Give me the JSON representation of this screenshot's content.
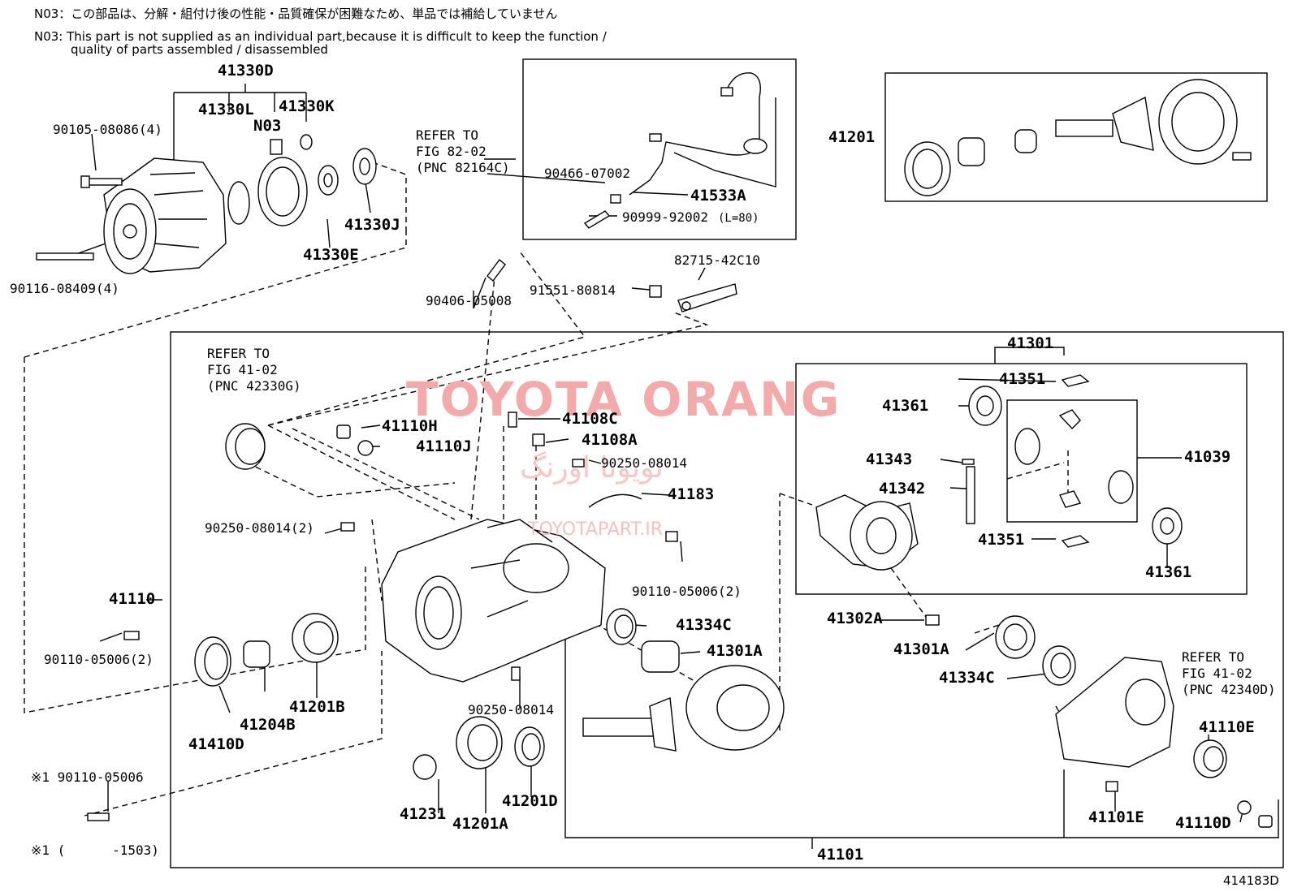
{
  "notes": {
    "jp": "N03：この部品は、分解・組付け後の性能・品質確保が困難なため、単品では補給していません",
    "en1": "N03: This part is not supplied as an individual part,because it is difficult to keep the function /",
    "en2": "quality of parts assembled / disassembled"
  },
  "watermark": {
    "main": "TOYOTA ORANG",
    "arabic": "تویوتا اورنگ",
    "site": "TOYOTAPART.IR"
  },
  "colors": {
    "watermark": "#f2aaaa",
    "lines": "#000000"
  },
  "parts": {
    "p41330D": "41330D",
    "p41330L": "41330L",
    "p41330K": "41330K",
    "pN03": "N03",
    "p90105": "90105-08086(4)",
    "p90116": "90116-08409(4)",
    "p41330E": "41330E",
    "p41330J": "41330J",
    "p90466": "90466-07002",
    "p41533A": "41533A",
    "p90999": "90999-92002",
    "p90999note": "(L=80)",
    "p41201": "41201",
    "p82715": "82715-42C10",
    "p91551": "91551-80814",
    "p90406": "90406-05008",
    "p41301": "41301",
    "p41351a": "41351",
    "p41361a": "41361",
    "p41343": "41343",
    "p41342": "41342",
    "p41039": "41039",
    "p41351b": "41351",
    "p41361b": "41361",
    "p41108C": "41108C",
    "p41108A": "41108A",
    "p41110H": "41110H",
    "p41110J": "41110J",
    "p90250a": "90250-08014",
    "p41183": "41183",
    "p90250b": "90250-08014(2)",
    "p90110a": "90110-05006(2)",
    "p41110": "41110",
    "p90110b": "90110-05006(2)",
    "p41334Ca": "41334C",
    "p41301Aa": "41301A",
    "p41302A": "41302A",
    "p41301Ab": "41301A",
    "p41334Cb": "41334C",
    "p41410D": "41410D",
    "p41204B": "41204B",
    "p41201B": "41201B",
    "p90250c": "90250-08014",
    "p41231": "41231",
    "p41201A": "41201A",
    "p41201D": "41201D",
    "p41110E": "41110E",
    "p41101E": "41101E",
    "p41110D": "41110D",
    "p41101": "41101",
    "star1": "※1 90110-05006",
    "star1range": "※1 (      -1503)"
  },
  "refs": {
    "ref82": "REFER TO\nFIG 82-02\n(PNC 82164C)",
    "ref42330": "REFER TO\nFIG 41-02\n(PNC 42330G)",
    "ref42340": "REFER TO\nFIG 41-02\n(PNC 42340D)"
  },
  "figure_id": "414183D"
}
